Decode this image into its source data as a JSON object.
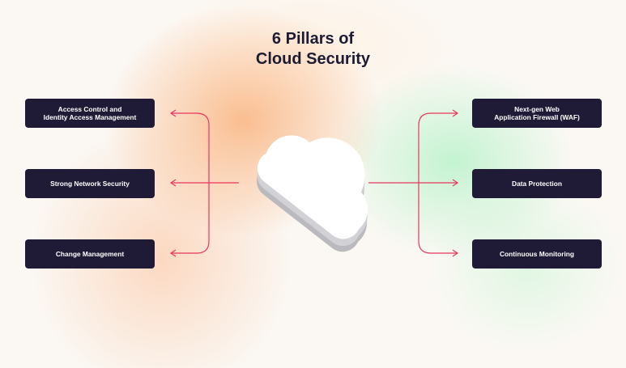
{
  "title": {
    "line1": "6 Pillars of",
    "line2": "Cloud Security"
  },
  "left_pillars": [
    {
      "label": "Access Control and\nIdentity Access Management"
    },
    {
      "label": "Strong Network Security"
    },
    {
      "label": "Change Management"
    }
  ],
  "right_pillars": [
    {
      "label": "Next-gen Web\nApplication Firewall (WAF)"
    },
    {
      "label": "Data Protection"
    },
    {
      "label": "Continuous Monitoring"
    }
  ],
  "colors": {
    "box_background": "#1f1b36",
    "box_text": "#ffffff",
    "connector": "#e8365d",
    "title": "#1d1b33"
  }
}
